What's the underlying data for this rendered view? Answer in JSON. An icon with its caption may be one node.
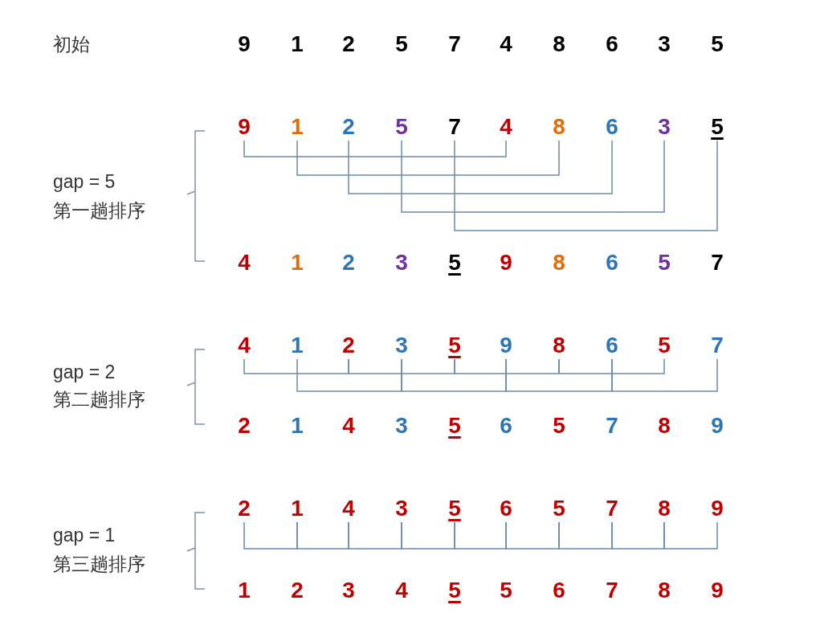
{
  "diagram": {
    "nodes": [
      {
        "text": [
          "9"
        ]
      },
      {
        "text": [
          "1"
        ]
      },
      {
        "text": [
          "2"
        ]
      },
      {
        "text": [
          "5"
        ]
      },
      {
        "text": [
          "7"
        ]
      },
      {
        "text": [
          "4"
        ]
      },
      {
        "text": [
          "8"
        ]
      },
      {
        "text": [
          "6"
        ]
      },
      {
        "text": [
          "3"
        ]
      },
      {
        "text": [
          "5"
        ]
      },
      {
        "text": [
          "9"
        ]
      },
      {
        "text": [
          "1"
        ]
      },
      {
        "text": [
          "2"
        ]
      },
      {
        "text": [
          "5"
        ]
      },
      {
        "text": [
          "7"
        ]
      },
      {
        "text": [
          "4"
        ]
      },
      {
        "text": [
          "8"
        ]
      },
      {
        "text": [
          "6"
        ]
      },
      {
        "text": [
          "3"
        ]
      },
      {
        "text": [
          "5"
        ]
      },
      {
        "text": [
          "4"
        ]
      },
      {
        "text": [
          "1"
        ]
      },
      {
        "text": [
          "2"
        ]
      },
      {
        "text": [
          "3"
        ]
      },
      {
        "text": [
          "5"
        ]
      },
      {
        "text": [
          "9"
        ]
      },
      {
        "text": [
          "8"
        ]
      },
      {
        "text": [
          "6"
        ]
      },
      {
        "text": [
          "5"
        ]
      },
      {
        "text": [
          "7"
        ]
      },
      {
        "text": [
          "4"
        ]
      },
      {
        "text": [
          "1"
        ]
      },
      {
        "text": [
          "2"
        ]
      },
      {
        "text": [
          "3"
        ]
      },
      {
        "text": [
          "5"
        ]
      },
      {
        "text": [
          "9"
        ]
      },
      {
        "text": [
          "8"
        ]
      },
      {
        "text": [
          "6"
        ]
      },
      {
        "text": [
          "5"
        ]
      },
      {
        "text": [
          "7"
        ]
      },
      {
        "text": [
          "2"
        ]
      },
      {
        "text": [
          "1"
        ]
      },
      {
        "text": [
          "4"
        ]
      },
      {
        "text": [
          "3"
        ]
      },
      {
        "text": [
          "5"
        ]
      },
      {
        "text": [
          "6"
        ]
      },
      {
        "text": [
          "5"
        ]
      },
      {
        "text": [
          "7"
        ]
      },
      {
        "text": [
          "8"
        ]
      },
      {
        "text": [
          "9"
        ]
      },
      {
        "text": [
          "2"
        ]
      },
      {
        "text": [
          "1"
        ]
      },
      {
        "text": [
          "4"
        ]
      },
      {
        "text": [
          "3"
        ]
      },
      {
        "text": [
          "5"
        ]
      },
      {
        "text": [
          "6"
        ]
      },
      {
        "text": [
          "5"
        ]
      },
      {
        "text": [
          "7"
        ]
      },
      {
        "text": [
          "8"
        ]
      },
      {
        "text": [
          "9"
        ]
      },
      {
        "text": [
          "1"
        ]
      },
      {
        "text": [
          "2"
        ]
      },
      {
        "text": [
          "3"
        ]
      },
      {
        "text": [
          "4"
        ]
      },
      {
        "text": [
          "5"
        ]
      },
      {
        "text": [
          "5"
        ]
      },
      {
        "text": [
          "6"
        ]
      },
      {
        "text": [
          "7"
        ]
      },
      {
        "text": [
          "8"
        ]
      },
      {
        "text": [
          "9"
        ]
      }
    ],
    "edges": [
      {
        "from": 10,
        "to": 15,
        "arrow": "none"
      },
      {
        "from": 11,
        "to": 16,
        "arrow": "none"
      },
      {
        "from": 12,
        "to": 17,
        "arrow": "none"
      },
      {
        "from": 13,
        "to": 18,
        "arrow": "none"
      },
      {
        "from": 14,
        "to": 19,
        "arrow": "none"
      },
      {
        "from": 30,
        "to": 32,
        "arrow": "none"
      },
      {
        "from": 32,
        "to": 34,
        "arrow": "none"
      },
      {
        "from": 34,
        "to": 36,
        "arrow": "none"
      },
      {
        "from": 36,
        "to": 38,
        "arrow": "none"
      },
      {
        "from": 31,
        "to": 33,
        "arrow": "none"
      },
      {
        "from": 33,
        "to": 35,
        "arrow": "none"
      },
      {
        "from": 35,
        "to": 37,
        "arrow": "none"
      },
      {
        "from": 37,
        "to": 39,
        "arrow": "none"
      },
      {
        "from": 50,
        "to": 51,
        "arrow": "none"
      },
      {
        "from": 51,
        "to": 52,
        "arrow": "none"
      },
      {
        "from": 52,
        "to": 53,
        "arrow": "none"
      },
      {
        "from": 53,
        "to": 54,
        "arrow": "none"
      },
      {
        "from": 54,
        "to": 55,
        "arrow": "none"
      },
      {
        "from": 55,
        "to": 56,
        "arrow": "none"
      },
      {
        "from": 56,
        "to": 57,
        "arrow": "none"
      },
      {
        "from": 57,
        "to": 58,
        "arrow": "none"
      },
      {
        "from": 58,
        "to": 59,
        "arrow": "none"
      }
    ],
    "labels": [
      "初始",
      "gap = 5",
      "第一趟排序",
      "gap = 2",
      "第二趟排序",
      "gap = 1",
      "第三趟排序"
    ]
  }
}
